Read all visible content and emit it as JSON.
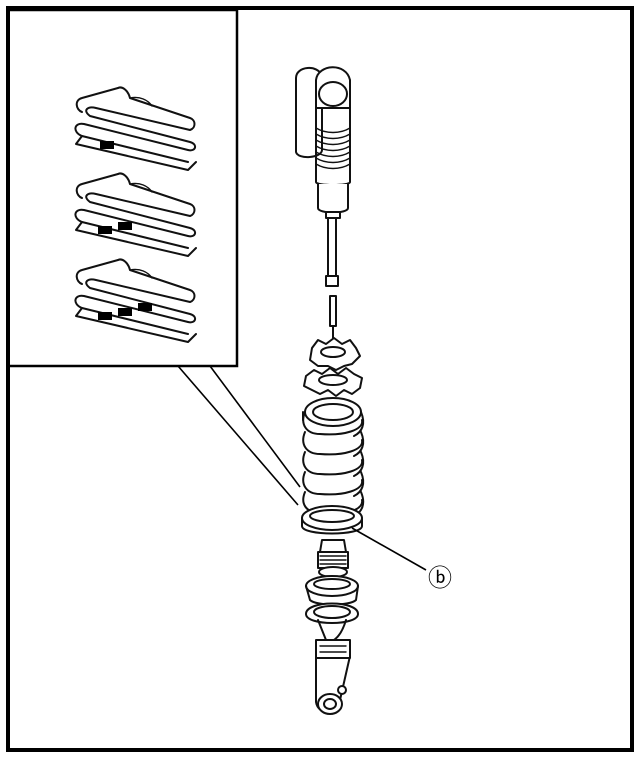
{
  "diagram": {
    "callout_label": "ⓑ",
    "inset": {
      "variants": [
        {
          "id": "one-mark",
          "marks": 1
        },
        {
          "id": "two-marks",
          "marks": 2
        },
        {
          "id": "three-marks",
          "marks": 3
        }
      ]
    },
    "colors": {
      "ink": "#111111",
      "background": "#ffffff"
    }
  }
}
